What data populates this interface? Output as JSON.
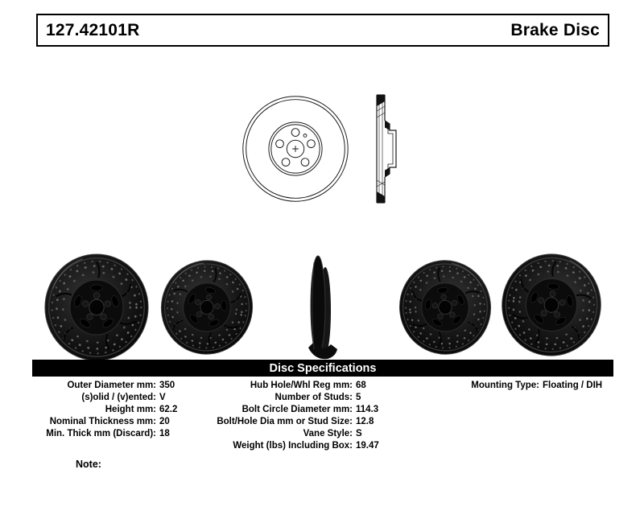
{
  "header": {
    "part_number": "127.42101R",
    "product_type": "Brake Disc"
  },
  "specs_banner": "Disc Specifications",
  "specs": {
    "left": [
      {
        "label": "Outer Diameter mm:",
        "value": "350"
      },
      {
        "label": "(s)olid / (v)ented:",
        "value": "V"
      },
      {
        "label": "Height mm:",
        "value": "62.2"
      },
      {
        "label": "Nominal Thickness mm:",
        "value": "20"
      },
      {
        "label": "Min. Thick mm (Discard):",
        "value": "18"
      }
    ],
    "middle": [
      {
        "label": "Hub Hole/Whl Reg mm:",
        "value": "68"
      },
      {
        "label": "Number of Studs:",
        "value": "5"
      },
      {
        "label": "Bolt Circle Diameter mm:",
        "value": "114.3"
      },
      {
        "label": "Bolt/Hole Dia mm or Stud Size:",
        "value": "12.8"
      },
      {
        "label": "Vane Style:",
        "value": "S"
      },
      {
        "label": "Weight (lbs) Including Box:",
        "value": "19.47"
      }
    ],
    "right": [
      {
        "label": "Mounting Type:",
        "value": "Floating / DIH"
      }
    ]
  },
  "note_label": "Note:",
  "colors": {
    "banner_bg": "#000000",
    "banner_text": "#ffffff",
    "text": "#000000"
  },
  "images": {
    "front_drawing": "brake-disc-front-line-drawing",
    "section_drawing": "brake-disc-cross-section-line-drawing",
    "photos": [
      "angled-drilled-rotor",
      "angled-drilled-rotor",
      "edge-view-rotor",
      "angled-drilled-rotor",
      "angled-drilled-rotor"
    ]
  }
}
